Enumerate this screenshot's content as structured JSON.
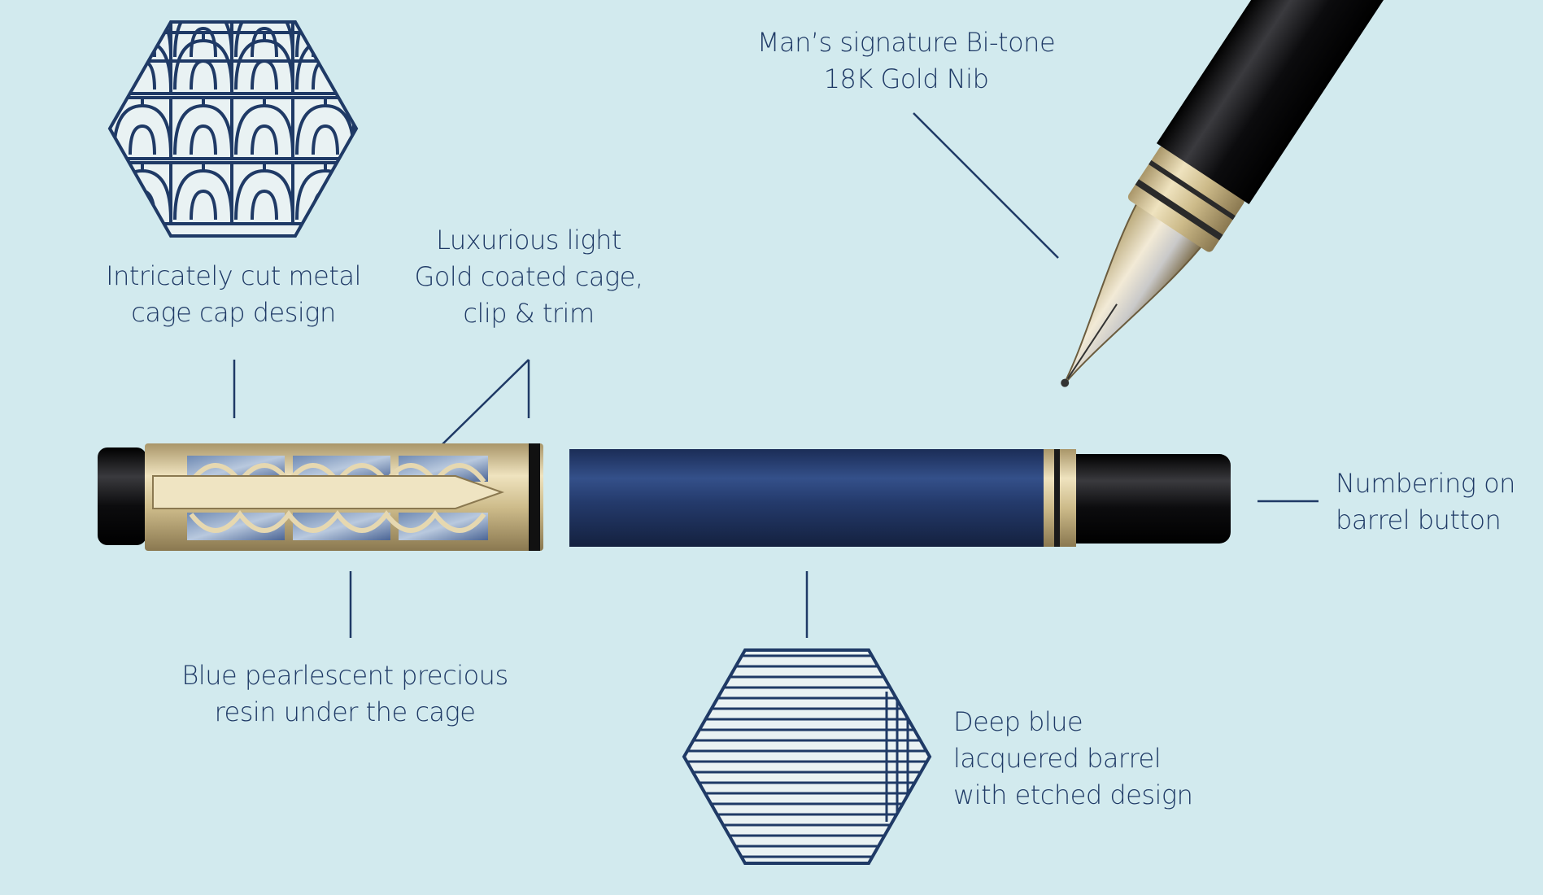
{
  "callouts": {
    "cap_design": {
      "line1": "Intricately cut metal",
      "line2": "cage cap design"
    },
    "gold_trim": {
      "line1": "Luxurious light",
      "line2": "Gold coated cage,",
      "line3": "clip & trim"
    },
    "nib": {
      "line1": "Man’s signature Bi-tone",
      "line2": "18K Gold Nib"
    },
    "numbering": {
      "line1": "Numbering on",
      "line2": "barrel button"
    },
    "resin": {
      "line1": "Blue pearlescent precious",
      "line2": "resin under the cage"
    },
    "barrel": {
      "line1": "Deep blue",
      "line2": "lacquered barrel",
      "line3": "with etched design"
    }
  },
  "colors": {
    "background": "#d2eaee",
    "text": "#1f3a66",
    "lacquer": "#243a6b",
    "gold": "#d9c99a",
    "black": "#0c0c0e"
  }
}
